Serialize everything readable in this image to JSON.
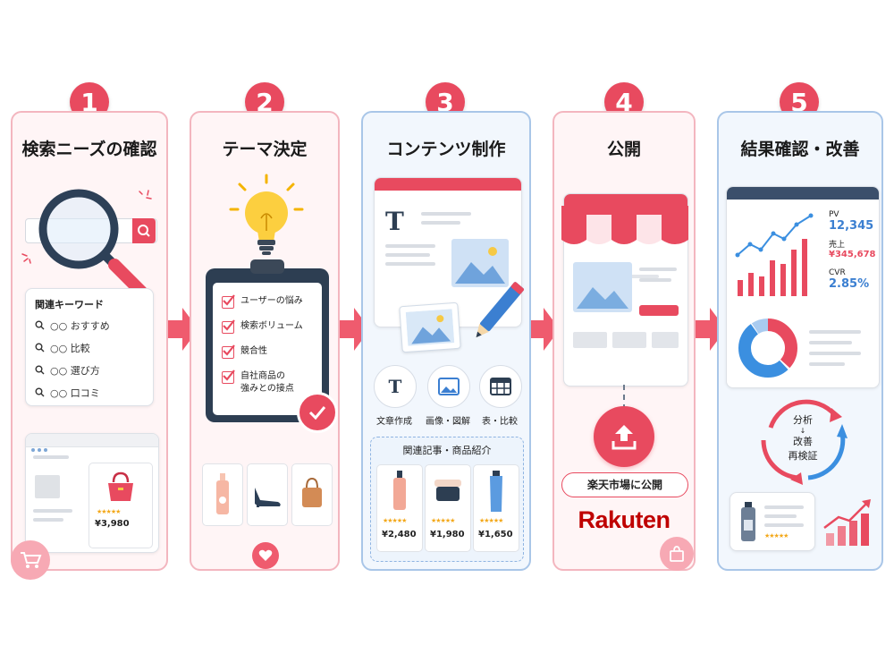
{
  "steps": [
    {
      "number": "1",
      "title": "検索ニーズの確認"
    },
    {
      "number": "2",
      "title": "テーマ決定"
    },
    {
      "number": "3",
      "title": "コンテンツ制作"
    },
    {
      "number": "4",
      "title": "公開"
    },
    {
      "number": "5",
      "title": "結果確認・改善"
    }
  ],
  "step1": {
    "keywords_title": "関連キーワード",
    "keywords": [
      "○○ おすすめ",
      "○○ 比較",
      "○○ 選び方",
      "○○ 口コミ"
    ],
    "product_price": "¥3,980"
  },
  "step2": {
    "checklist": [
      "ユーザーの悩み",
      "検索ボリューム",
      "競合性",
      "自社商品の\n強みとの接点"
    ]
  },
  "step3": {
    "tools": [
      "文章作成",
      "画像・図解",
      "表・比較"
    ],
    "related_title": "関連記事・商品紹介",
    "prices": [
      "¥2,480",
      "¥1,980",
      "¥1,650"
    ]
  },
  "step4": {
    "publish_label": "楽天市場に公開",
    "brand": "Rakuten"
  },
  "step5": {
    "metrics": [
      {
        "label": "PV",
        "value": "12,345"
      },
      {
        "label": "売上",
        "value": "¥345,678"
      },
      {
        "label": "CVR",
        "value": "2.85%"
      }
    ],
    "cycle": [
      "分析",
      "↓",
      "改善",
      "再検証"
    ]
  },
  "colors": {
    "accent": "#e84a5f",
    "blue": "#4a8fd6",
    "pink_bg": "#fff5f6",
    "blue_bg": "#f2f7fd"
  }
}
